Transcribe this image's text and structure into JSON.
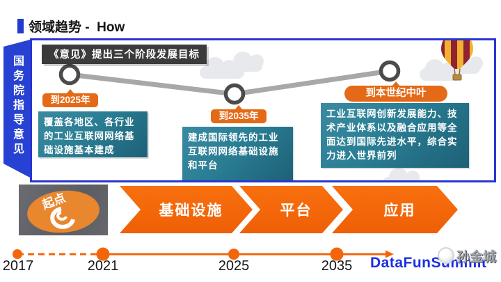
{
  "header": {
    "title": "领域趋势 -  How"
  },
  "guidance_ribbon": {
    "text": "国务院指导意见"
  },
  "opinion_banner": {
    "text": "《意见》提出三个阶段发展目标"
  },
  "milestones": [
    {
      "tag": "到2025年",
      "desc": "覆盖各地区、各行业的工业互联网网络基础设施基本建成"
    },
    {
      "tag": "到2035年",
      "desc": "建成国际领先的工业互联网网络基础设施和平台"
    },
    {
      "tag": "到本世纪中叶",
      "desc": "工业互联网创新发展能力、技术产业体系以及融合应用等全面达到国际先进水平，综合实力进入世界前列"
    }
  ],
  "start_photo": {
    "label": "起点"
  },
  "stages": [
    {
      "label": "基础设施"
    },
    {
      "label": "平台"
    },
    {
      "label": "应用"
    }
  ],
  "timeline": {
    "years": [
      "2017",
      "2021",
      "2025",
      "2035"
    ]
  },
  "branding": {
    "logo": "DataFunSummit",
    "watermark": "孙金城"
  },
  "colors": {
    "accent_blue": "#2a35d0",
    "ribbon_blue": "#2742d2",
    "teal_box": "#2a7e94",
    "stage_orange": "#f4650a",
    "tag_orange": "#e56a17",
    "banner_gray": "#3b3b3b",
    "logo_blue": "#1c2fe0"
  }
}
